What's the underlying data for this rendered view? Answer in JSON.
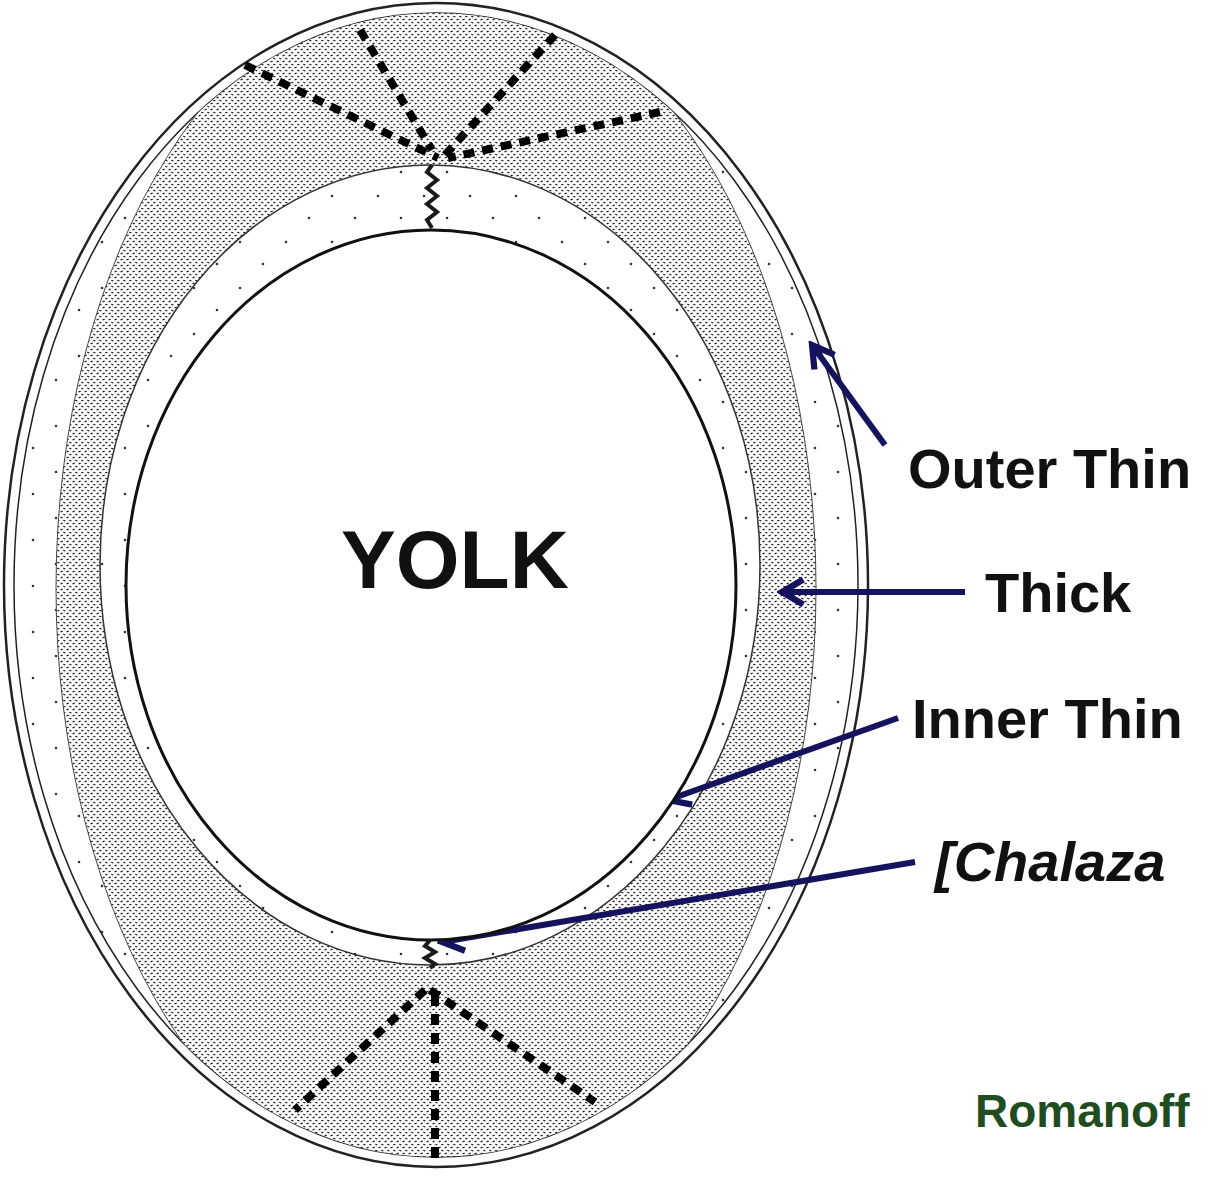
{
  "diagram": {
    "nodes": [
      {
        "text": [
          "YOLK"
        ]
      }
    ],
    "labels": [
      "Outer Thin",
      "Thick",
      "Inner Thin",
      "[Chalaza",
      "Romanoff"
    ]
  }
}
